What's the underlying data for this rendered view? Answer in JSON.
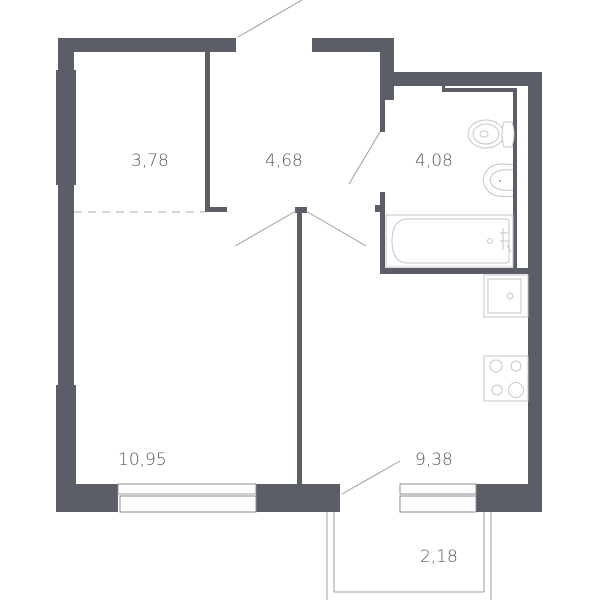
{
  "plan": {
    "title": "Apartment floor plan",
    "colors": {
      "wall": "#5b5e66",
      "fixture_line": "#c4c6ca",
      "door_line": "#9a9ca2",
      "text": "#55585f",
      "background": "#ffffff"
    },
    "rooms": [
      {
        "id": "storage",
        "label": "3,78"
      },
      {
        "id": "hallway",
        "label": "4,68"
      },
      {
        "id": "bathroom",
        "label": "4,08"
      },
      {
        "id": "bedroom",
        "label": "10,95"
      },
      {
        "id": "kitchen",
        "label": "9,38"
      },
      {
        "id": "balcony",
        "label": "2,18"
      }
    ],
    "fixtures": [
      "toilet",
      "washbasin",
      "bathtub",
      "kitchen-sink",
      "cooktop"
    ]
  }
}
